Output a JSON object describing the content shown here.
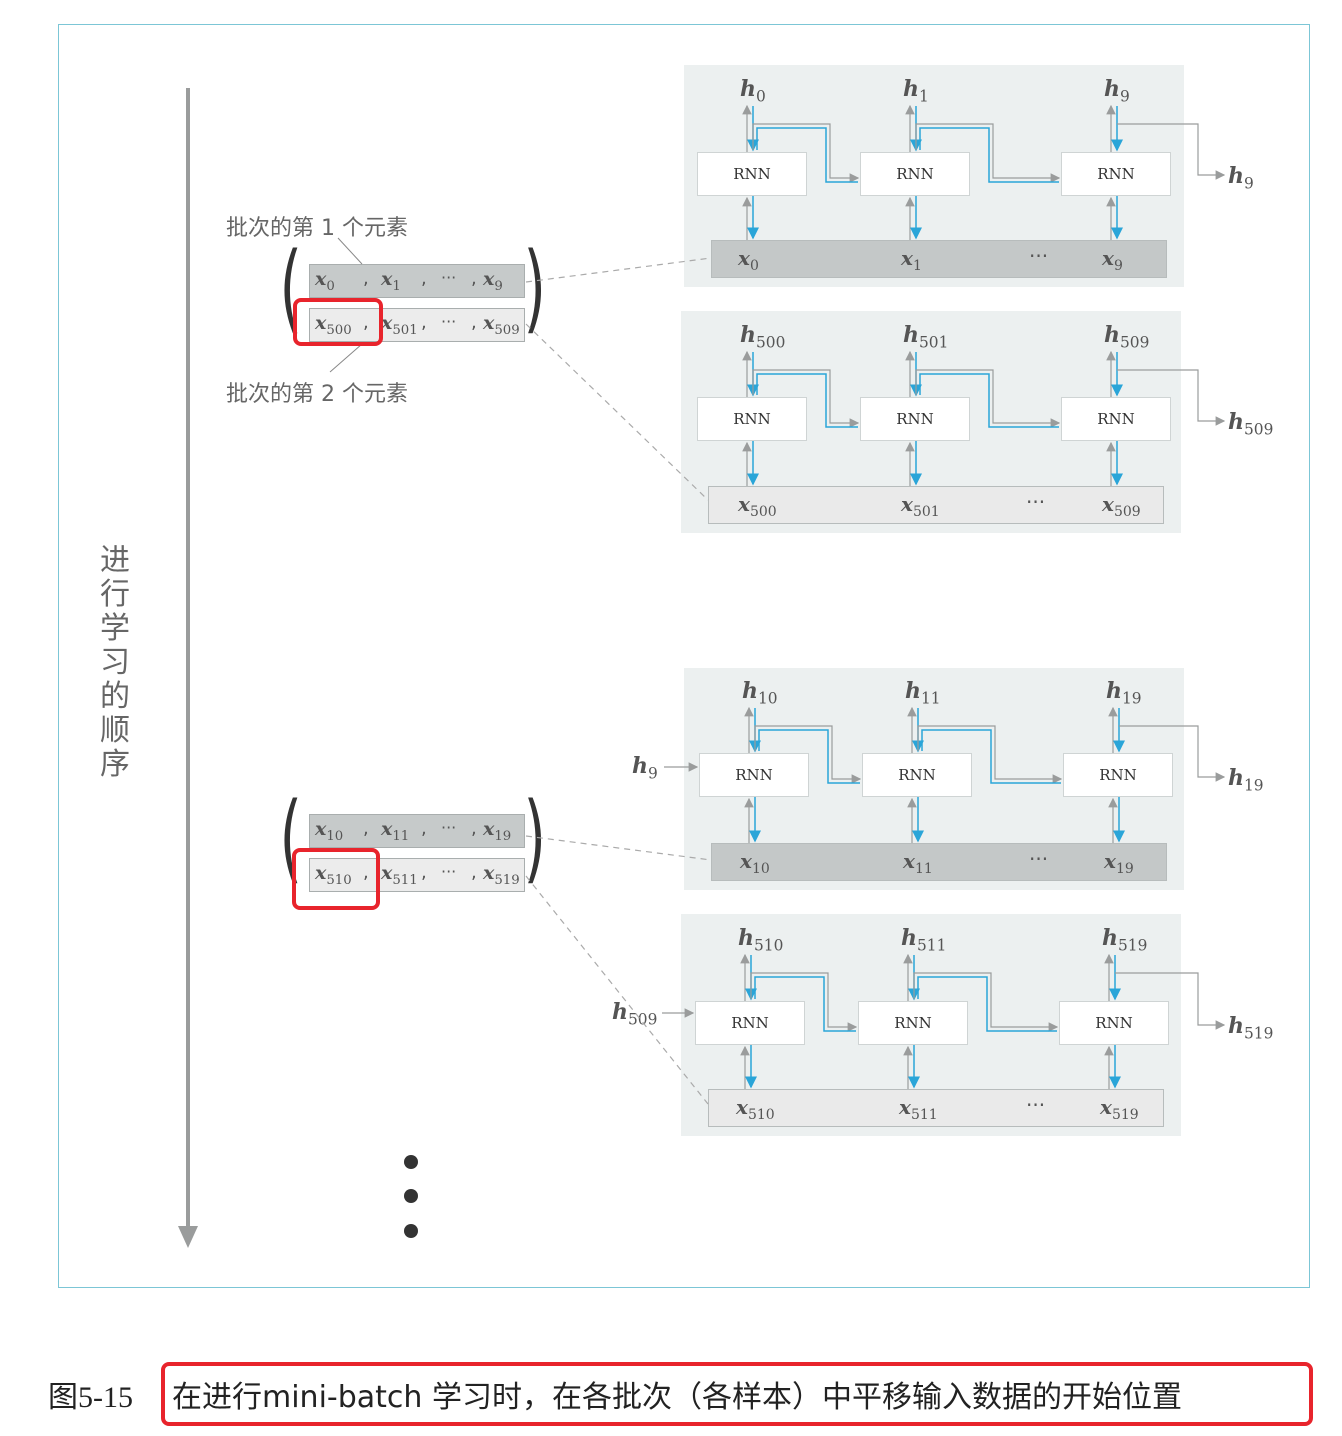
{
  "side_label": "进行学习的顺序",
  "batch_labels": {
    "first": "批次的第 1 个元素",
    "second": "批次的第 2 个元素"
  },
  "rnn_label": "RNN",
  "ellipsis": "···",
  "caption": {
    "number": "图5-15",
    "text": "在进行mini-batch 学习时，在各批次（各样本）中平移输入数据的开始位置"
  },
  "panels": [
    {
      "h": [
        "0",
        "1",
        "9"
      ],
      "x": [
        "0",
        "1",
        "9"
      ],
      "out": "9",
      "in": ""
    },
    {
      "h": [
        "500",
        "501",
        "509"
      ],
      "x": [
        "500",
        "501",
        "509"
      ],
      "out": "509",
      "in": ""
    },
    {
      "h": [
        "10",
        "11",
        "19"
      ],
      "x": [
        "10",
        "11",
        "19"
      ],
      "out": "19",
      "in": "9"
    },
    {
      "h": [
        "510",
        "511",
        "519"
      ],
      "x": [
        "510",
        "511",
        "519"
      ],
      "out": "519",
      "in": "509"
    }
  ],
  "batches": [
    {
      "row1": [
        "0",
        "1",
        "9"
      ],
      "row2": [
        "500",
        "501",
        "509"
      ]
    },
    {
      "row1": [
        "10",
        "11",
        "19"
      ],
      "row2": [
        "510",
        "511",
        "519"
      ]
    }
  ]
}
